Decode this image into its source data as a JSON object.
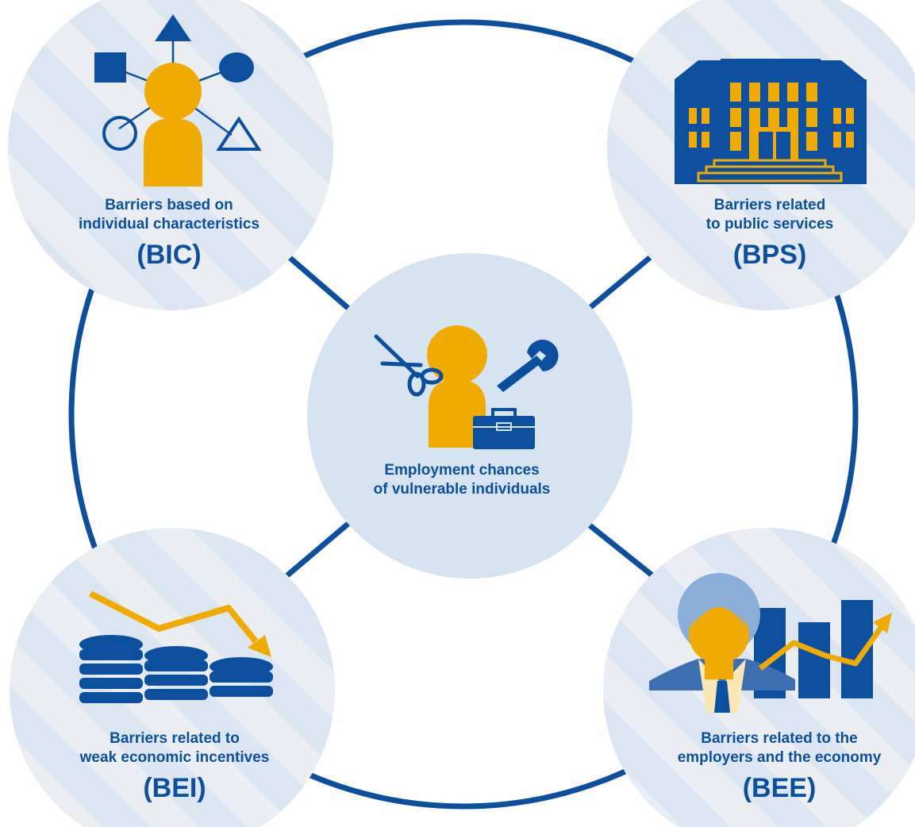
{
  "colors": {
    "navy": "#0b4f9e",
    "gold": "#f0ab00",
    "circle_fill": "#dbe6f2",
    "stripe": "#eaeef2",
    "center_fill": "#d6e3f0",
    "light_blue": "#8aaed8",
    "collar": "#f9e7b5"
  },
  "center": {
    "icon": "worker-with-tools-icon",
    "line1": "Employment chances",
    "line2": "of vulnerable individuals"
  },
  "nodes": {
    "bic": {
      "line1": "Barriers based on",
      "line2": "individual characteristics",
      "abbr": "(BIC)",
      "icon": "person-with-shapes-icon"
    },
    "bps": {
      "line1": "Barriers related",
      "line2": "to public services",
      "abbr": "(BPS)",
      "icon": "public-building-icon"
    },
    "bei": {
      "line1": "Barriers related to",
      "line2": "weak economic incentives",
      "abbr": "(BEI)",
      "icon": "coins-declining-arrow-icon"
    },
    "bee": {
      "line1": "Barriers related to the",
      "line2": "employers and the economy",
      "abbr": "(BEE)",
      "icon": "businessman-growth-chart-icon"
    }
  }
}
